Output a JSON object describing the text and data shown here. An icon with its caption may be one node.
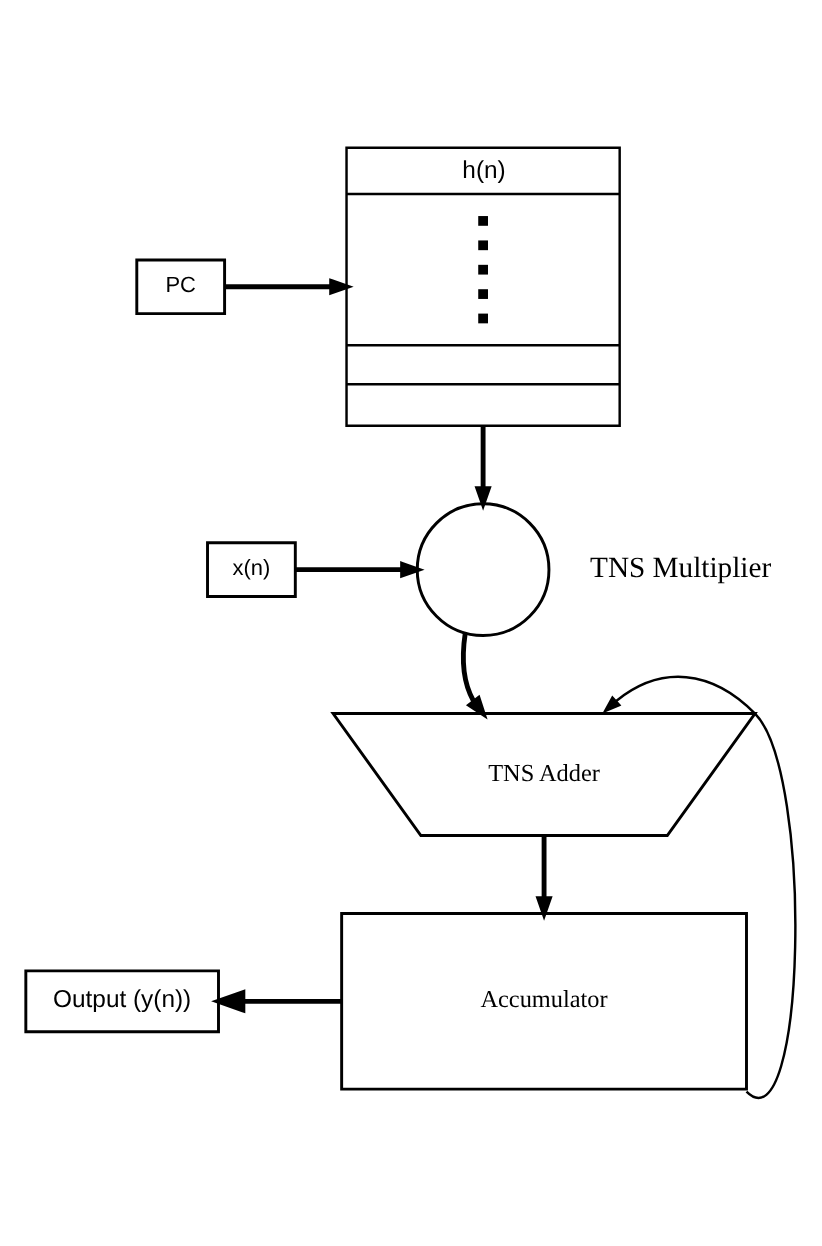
{
  "diagram": {
    "nodes": [
      {
        "text": [
          "PC"
        ]
      },
      {
        "text": [
          "h(n)"
        ]
      },
      {
        "text": [
          "x(n)"
        ]
      },
      {
        "text": [],
        "shape": "circle",
        "beside": [
          "TNS Multiplier"
        ]
      },
      {
        "text": [
          "TNS Adder"
        ]
      },
      {
        "text": [
          "Accumulator"
        ]
      },
      {
        "text": [
          "Output (y(n))"
        ]
      }
    ],
    "edges": [
      {
        "from": 0,
        "to": 1,
        "arrow": "to"
      },
      {
        "from": 1,
        "to": 3,
        "arrow": "to"
      },
      {
        "from": 2,
        "to": 3,
        "arrow": "to"
      },
      {
        "from": 3,
        "to": 4,
        "arrow": "to"
      },
      {
        "from": 5,
        "to": 4,
        "arrow": "to"
      },
      {
        "from": 4,
        "to": 5,
        "arrow": "to"
      },
      {
        "from": 5,
        "to": 6,
        "arrow": "to"
      }
    ]
  }
}
